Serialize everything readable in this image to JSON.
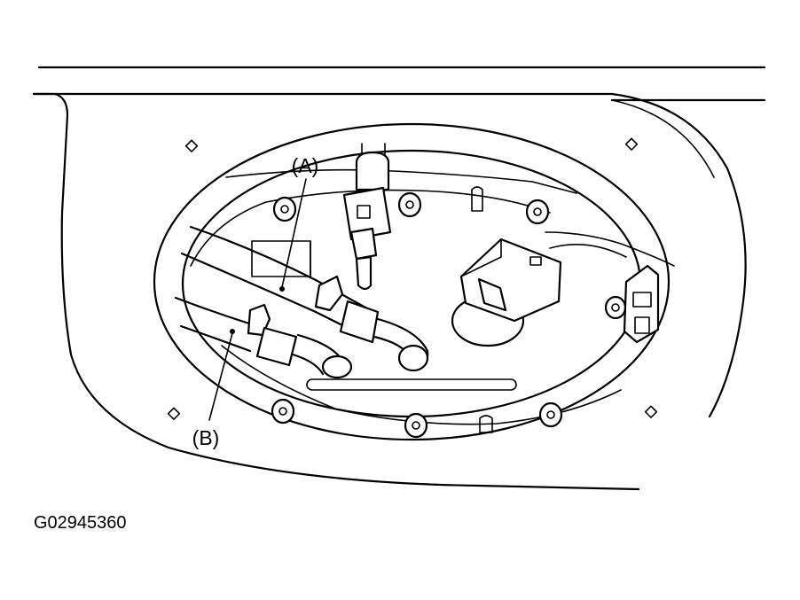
{
  "figure": {
    "callouts": {
      "a": "(A)",
      "b": "(B)"
    },
    "figure_id": "G02945360"
  },
  "colors": {
    "ink": "#000000",
    "paper": "#ffffff"
  }
}
